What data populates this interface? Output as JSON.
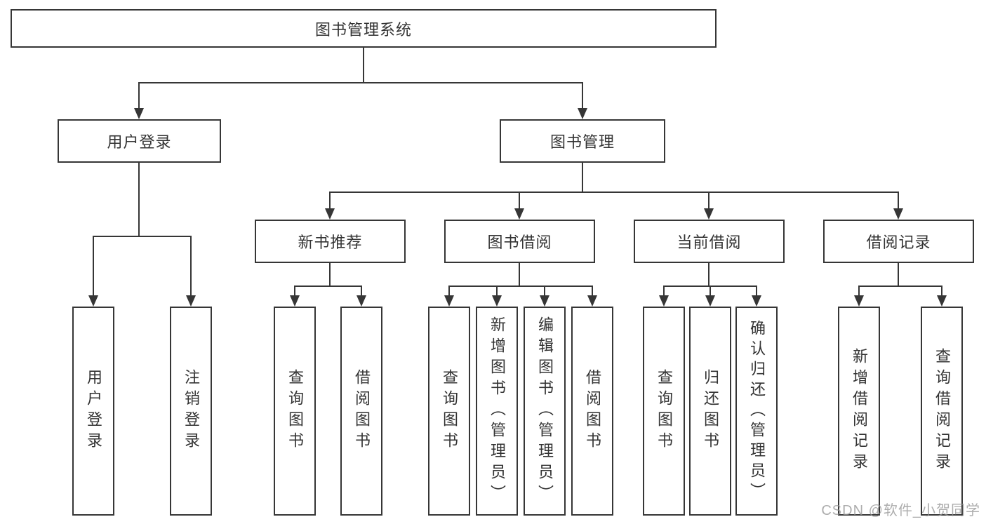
{
  "diagram_title": "图书管理系统",
  "tree": {
    "root": "图书管理系统",
    "user_login": {
      "label": "用户登录",
      "children": [
        "用户登录",
        "注销登录"
      ]
    },
    "book_mgmt": {
      "label": "图书管理",
      "sections": [
        {
          "label": "新书推荐",
          "children": [
            "查询图书",
            "借阅图书"
          ]
        },
        {
          "label": "图书借阅",
          "children": [
            "查询图书",
            "新增图书（管理员）",
            "编辑图书（管理员）",
            "借阅图书"
          ]
        },
        {
          "label": "当前借阅",
          "children": [
            "查询图书",
            "归还图书",
            "确认归还（管理员）"
          ]
        },
        {
          "label": "借阅记录",
          "children": [
            "新增借阅记录",
            "查询借阅记录"
          ]
        }
      ]
    }
  },
  "watermark": {
    "text": "CSDN @软件_小贺同学"
  },
  "colors": {
    "line": "#363636",
    "text": "#333333",
    "background": "#ffffff",
    "watermark": "#969696"
  }
}
